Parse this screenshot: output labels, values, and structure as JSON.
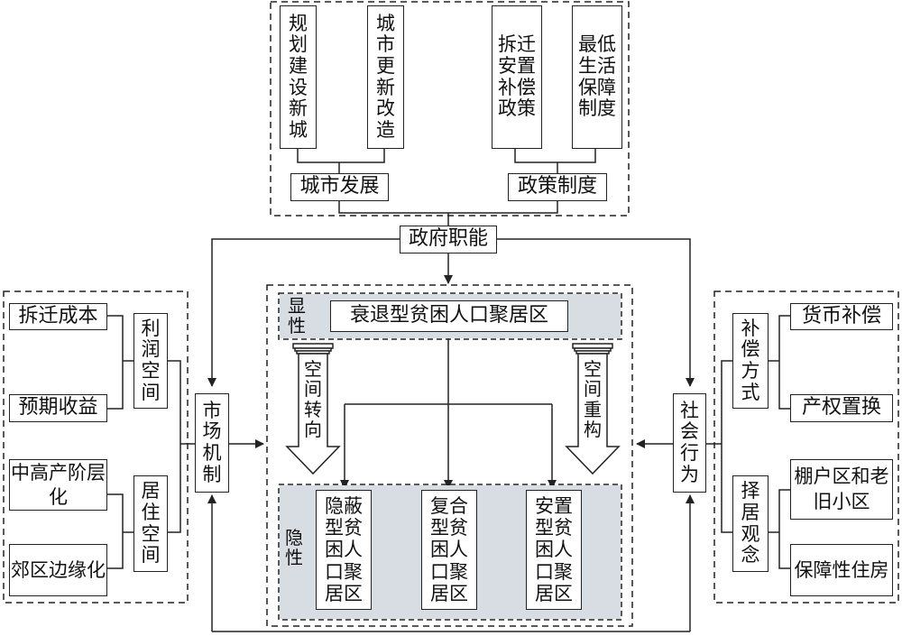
{
  "top_group": {
    "leaves": [
      "规划建设新城",
      "城市更新改造",
      "拆迁安置补偿政策",
      "最低生活保障制度"
    ],
    "city_development": "城市发展",
    "policy_system": "政策制度"
  },
  "gov_function": "政府职能",
  "left_group": {
    "demolition_cost": "拆迁成本",
    "expected_income": "预期收益",
    "profit_space": "利润空间",
    "middle_high_class": "中高产阶层化",
    "suburb_marginalization": "郊区边缘化",
    "residential_space": "居住空间"
  },
  "market_mechanism": "市场机制",
  "right_group": {
    "compensation_method": "补偿方式",
    "monetary_compensation": "货币补偿",
    "property_replacement": "产权置换",
    "residence_choice": "择居观念",
    "shantytown": "棚户区和老旧小区",
    "affordable_housing": "保障性住房"
  },
  "social_behavior": "社会行为",
  "center": {
    "explicit_label": "显性",
    "declining_area": "衰退型贫困人口聚居区",
    "spatial_shift": "空间转向",
    "spatial_restructure": "空间重构",
    "implicit_label": "隐性",
    "hidden_area": "隐蔽型贫困人口聚居区",
    "composite_area": "复合型贫困人口聚居区",
    "resettlement_area": "安置型贫困人口聚居区"
  }
}
